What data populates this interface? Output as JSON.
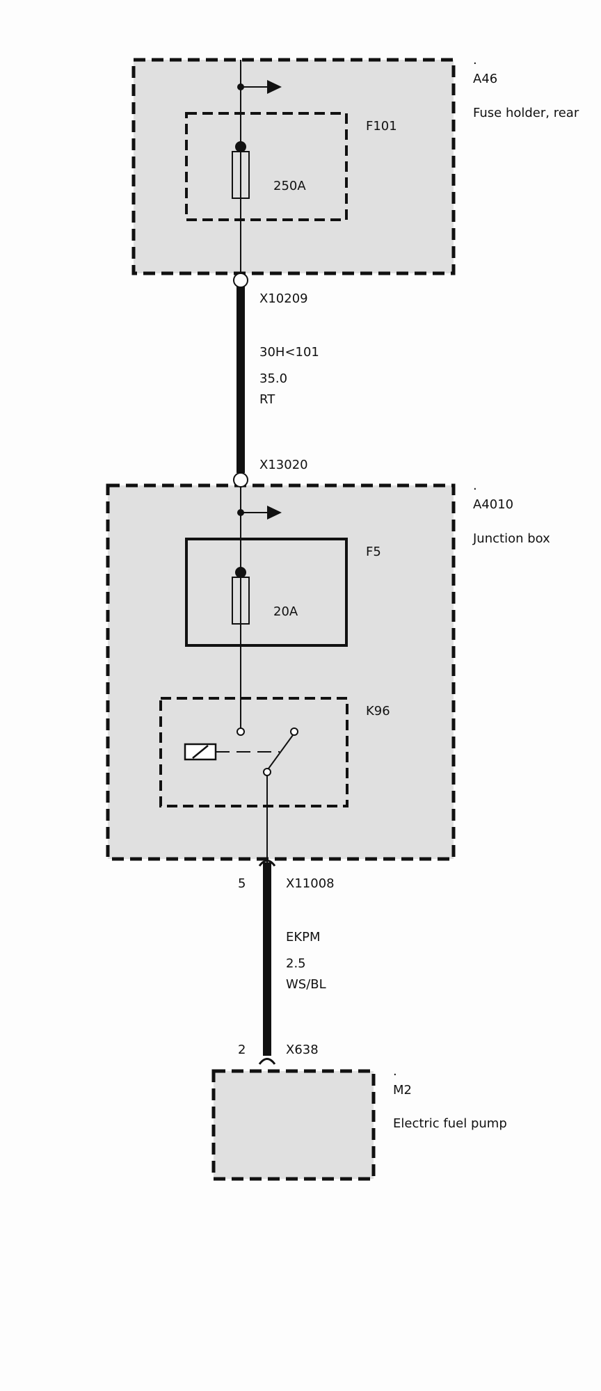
{
  "components": {
    "a46": {
      "dot": ".",
      "id": "A46",
      "name": "Fuse holder, rear"
    },
    "f101": {
      "id": "F101",
      "rating": "250A"
    },
    "x10209": "X10209",
    "wire1": {
      "circuit": "30H<101",
      "size": "35.0",
      "color": "RT"
    },
    "x13020": "X13020",
    "a4010": {
      "dot": ".",
      "id": "A4010",
      "name": "Junction box"
    },
    "f5": {
      "id": "F5",
      "rating": "20A"
    },
    "k96": {
      "id": "K96"
    },
    "x11008": {
      "id": "X11008",
      "pin": "5"
    },
    "wire2": {
      "circuit": "EKPM",
      "size": "2.5",
      "color": "WS/BL"
    },
    "x638": {
      "id": "X638",
      "pin": "2"
    },
    "m2": {
      "dot": ".",
      "id": "M2",
      "name": "Electric fuel pump"
    }
  }
}
